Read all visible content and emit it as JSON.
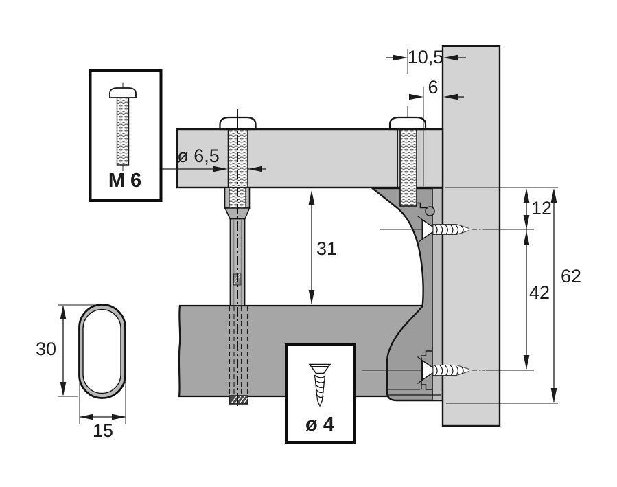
{
  "diagram": {
    "type": "technical-drawing",
    "subject": "Wardrobe rail end-support bracket cross-section with mounting dimensions",
    "insets": {
      "machine_screw_label": "M 6",
      "wood_screw_label": "ø 4"
    },
    "dimensions": {
      "hole_diameter": "ø 6,5",
      "center_to_wall": "10,5",
      "edge_to_wall": "6",
      "drop_height": "31",
      "top_screw_offset": "12",
      "screw_spacing": "42",
      "total_height": "62",
      "tube_height": "30",
      "tube_width": "15"
    },
    "colors": {
      "panel": "#d3d3d3",
      "wall": "#d3d3d3",
      "rail": "#a6a6a6",
      "bracket": "#9c9c9c",
      "bracket_strip": "#bdbdbd",
      "outline": "#161616",
      "dim_line": "#1c1c1c"
    }
  }
}
